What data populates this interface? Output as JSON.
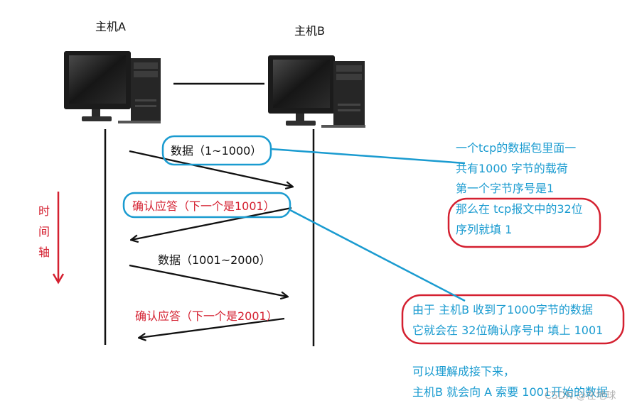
{
  "hosts": {
    "a_label": "主机A",
    "b_label": "主机B"
  },
  "time_axis": {
    "chars": [
      "时",
      "间",
      "轴"
    ]
  },
  "messages": {
    "data1": "数据（1~1000）",
    "ack1": "确认应答（下一个是1001）",
    "data2": "数据（1001~2000）",
    "ack2": "确认应答（下一个是2001）"
  },
  "note_top": {
    "lines": [
      "一个tcp的数据包里面一",
      "共有1000 字节的载荷",
      "第一个字节序号是1",
      "那么在 tcp报文中的32位",
      "序列就填 1"
    ]
  },
  "note_mid": {
    "lines": [
      "由于 主机B 收到了1000字节的数据",
      "它就会在 32位确认序号中 填上 1001"
    ]
  },
  "note_bottom": {
    "lines": [
      "可以理解成接下来，",
      "主机B 就会向 A 索要 1001开始的数据"
    ]
  },
  "watermark": "CSDN @在地球"
}
